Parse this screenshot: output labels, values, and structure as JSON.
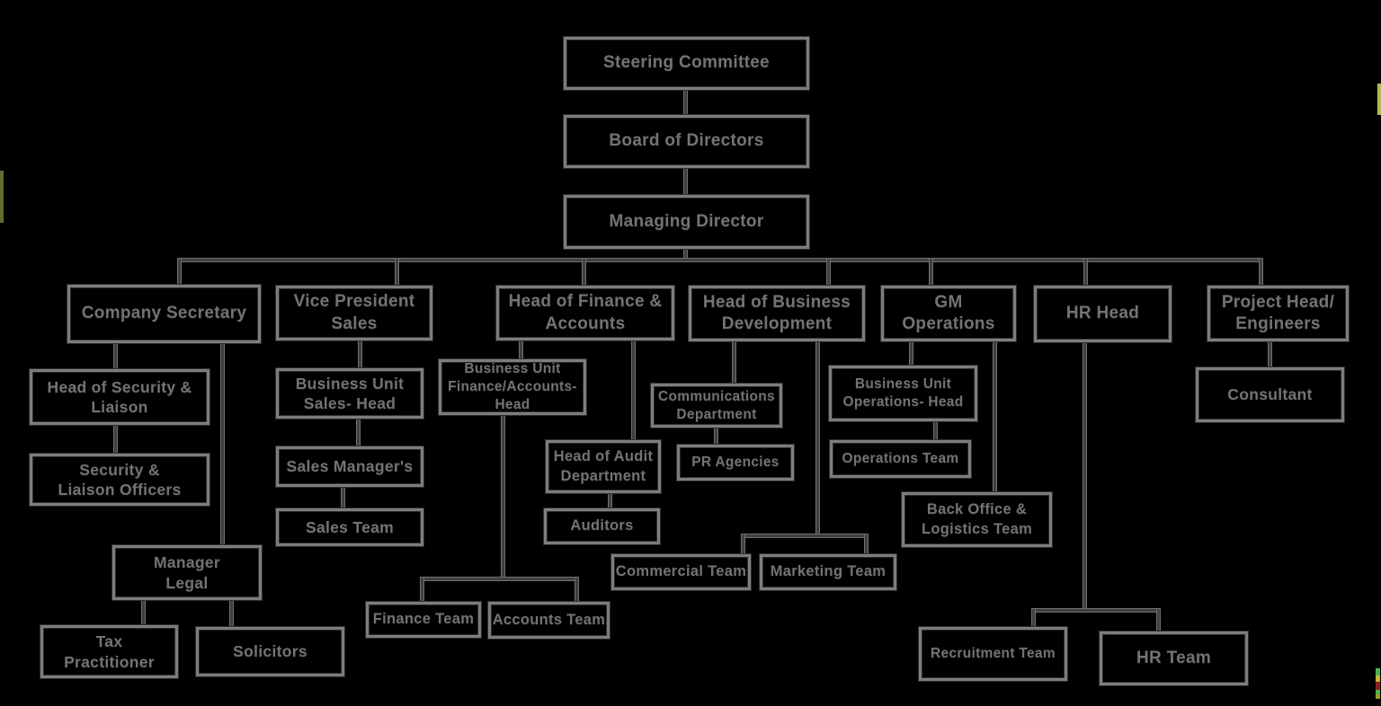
{
  "diagram_type": "org-chart",
  "colors": {
    "background": "#000000",
    "box_border": "#7d7d7d",
    "connector_line": "#3f3f3f",
    "label_text": "#737373",
    "edge_artifact_olive": "#5d7030",
    "edge_artifact_yellow_green": "#a9bf55",
    "edge_artifact_green": "#4caf50",
    "edge_artifact_mustard": "#c0b830",
    "edge_artifact_maroon": "#8b1e1e"
  },
  "nodes": [
    {
      "id": "steering-committee",
      "label": "Steering Committee"
    },
    {
      "id": "board-of-directors",
      "label": "Board of Directors"
    },
    {
      "id": "managing-director",
      "label": "Managing Director"
    },
    {
      "id": "company-secretary",
      "label": "Company Secretary"
    },
    {
      "id": "vice-president-sales",
      "label": "Vice President\nSales"
    },
    {
      "id": "head-of-finance-accounts",
      "label": "Head of Finance &\nAccounts"
    },
    {
      "id": "head-of-business-development",
      "label": "Head of Business\nDevelopment"
    },
    {
      "id": "gm-operations",
      "label": "GM\nOperations"
    },
    {
      "id": "hr-head",
      "label": "HR Head"
    },
    {
      "id": "project-head-engineers",
      "label": "Project Head/\nEngineers"
    },
    {
      "id": "head-of-security-liaison",
      "label": "Head of Security &\nLiaison"
    },
    {
      "id": "security-liaison-officers",
      "label": "Security &\nLiaison Officers"
    },
    {
      "id": "manager-legal",
      "label": "Manager\nLegal"
    },
    {
      "id": "tax-practitioner",
      "label": "Tax\nPractitioner"
    },
    {
      "id": "solicitors",
      "label": "Solicitors"
    },
    {
      "id": "business-unit-sales-head",
      "label": "Business Unit\nSales- Head"
    },
    {
      "id": "sales-managers",
      "label": "Sales Manager's"
    },
    {
      "id": "sales-team",
      "label": "Sales Team"
    },
    {
      "id": "business-unit-finance-accounts-head",
      "label": "Business Unit\nFinance/Accounts-\nHead"
    },
    {
      "id": "head-of-audit-department",
      "label": "Head of Audit\nDepartment"
    },
    {
      "id": "auditors",
      "label": "Auditors"
    },
    {
      "id": "finance-team",
      "label": "Finance Team"
    },
    {
      "id": "accounts-team",
      "label": "Accounts Team"
    },
    {
      "id": "communications-department",
      "label": "Communications\nDepartment"
    },
    {
      "id": "pr-agencies",
      "label": "PR Agencies"
    },
    {
      "id": "commercial-team",
      "label": "Commercial Team"
    },
    {
      "id": "marketing-team",
      "label": "Marketing Team"
    },
    {
      "id": "business-unit-operations-head",
      "label": "Business Unit\nOperations- Head"
    },
    {
      "id": "operations-team",
      "label": "Operations Team"
    },
    {
      "id": "back-office-logistics-team",
      "label": "Back Office &\nLogistics Team"
    },
    {
      "id": "recruitment-team",
      "label": "Recruitment Team"
    },
    {
      "id": "hr-team",
      "label": "HR Team"
    },
    {
      "id": "consultant",
      "label": "Consultant"
    }
  ],
  "hierarchy": {
    "Steering Committee": [
      "Board of Directors"
    ],
    "Board of Directors": [
      "Managing Director"
    ],
    "Managing Director": [
      "Company Secretary",
      "Vice President Sales",
      "Head of Finance & Accounts",
      "Head of Business Development",
      "GM Operations",
      "HR Head",
      "Project Head/ Engineers"
    ],
    "Company Secretary": [
      "Head of Security & Liaison",
      "Manager Legal"
    ],
    "Head of Security & Liaison": [
      "Security & Liaison Officers"
    ],
    "Manager Legal": [
      "Tax Practitioner",
      "Solicitors"
    ],
    "Vice President Sales": [
      "Business Unit Sales- Head"
    ],
    "Business Unit Sales- Head": [
      "Sales Manager's"
    ],
    "Sales Manager's": [
      "Sales Team"
    ],
    "Head of Finance & Accounts": [
      "Business Unit Finance/Accounts- Head",
      "Head of Audit Department"
    ],
    "Business Unit Finance/Accounts- Head": [
      "Finance Team",
      "Accounts Team"
    ],
    "Head of Audit Department": [
      "Auditors"
    ],
    "Head of Business Development": [
      "Communications Department",
      "Commercial Team",
      "Marketing Team"
    ],
    "Communications Department": [
      "PR Agencies"
    ],
    "GM Operations": [
      "Business Unit Operations- Head",
      "Back Office & Logistics Team"
    ],
    "Business Unit Operations- Head": [
      "Operations Team"
    ],
    "HR Head": [
      "Recruitment Team",
      "HR Team"
    ],
    "Project Head/ Engineers": [
      "Consultant"
    ]
  }
}
